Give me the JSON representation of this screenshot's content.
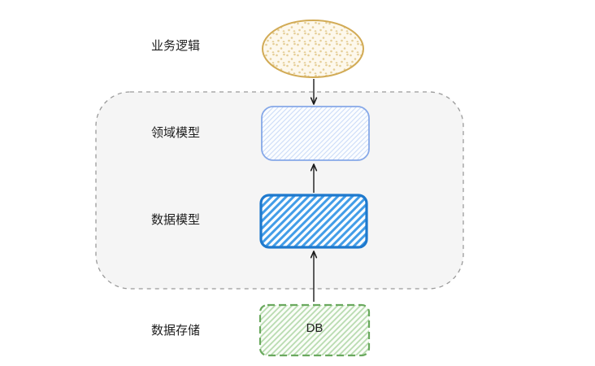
{
  "diagram": {
    "labels": {
      "business_logic": "业务逻辑",
      "domain_model": "领域模型",
      "data_model": "数据模型",
      "data_storage": "数据存储",
      "db": "DB"
    },
    "edges": [
      {
        "from": "business_logic",
        "to": "domain_model",
        "arrow": "down"
      },
      {
        "from": "data_model",
        "to": "domain_model",
        "arrow": "up"
      },
      {
        "from": "data_storage",
        "to": "data_model",
        "arrow": "up"
      }
    ],
    "colors": {
      "ellipse_stroke": "#d2ab56",
      "ellipse_dot": "#e5ce96",
      "ellipse_bg": "#fdf8ec",
      "domain_stroke": "#86a8e8",
      "domain_hatch": "#ccdcf8",
      "domain_bg": "#fbfdff",
      "data_stroke": "#1e79cd",
      "data_hatch": "#429de8",
      "data_bg": "#ffffff",
      "db_stroke": "#6aa95e",
      "db_hatch": "#b9dcb0",
      "db_bg": "#fafdf8",
      "container_fill": "#f5f5f5",
      "container_stroke": "#9a9a9a",
      "arrow": "#1b1b1b"
    }
  }
}
